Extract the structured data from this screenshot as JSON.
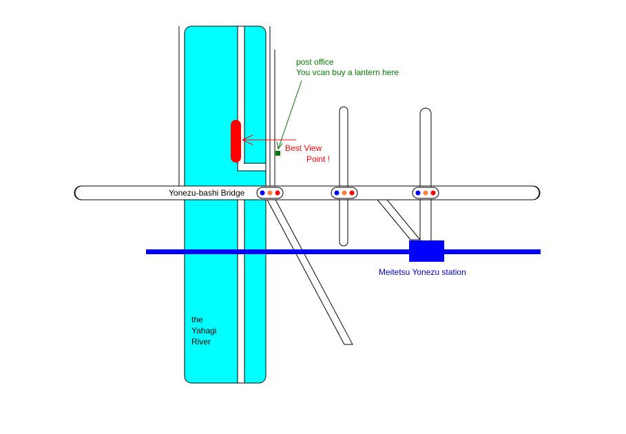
{
  "labels": {
    "post_office": "post office",
    "lantern_note": "You vcan buy a lantern here",
    "best_view_line1": "Best View",
    "best_view_line2": "Point !",
    "bridge": "Yonezu-bashi Bridge",
    "station": "Meitetsu Yonezu station",
    "river_line1": "the",
    "river_line2": "Yahagi",
    "river_line3": "River"
  },
  "colors": {
    "river": "#00ffff",
    "rail": "#0000ff",
    "station": "#0000ff",
    "highlight": "#ff0000",
    "post_office": "#007700",
    "station_text": "#0000cc",
    "signal_blue": "#0000ff",
    "signal_orange": "#ff8040",
    "signal_red": "#ff0000"
  },
  "icons": [
    "traffic-signal-icon",
    "post-office-marker-icon",
    "view-point-marker-icon"
  ]
}
